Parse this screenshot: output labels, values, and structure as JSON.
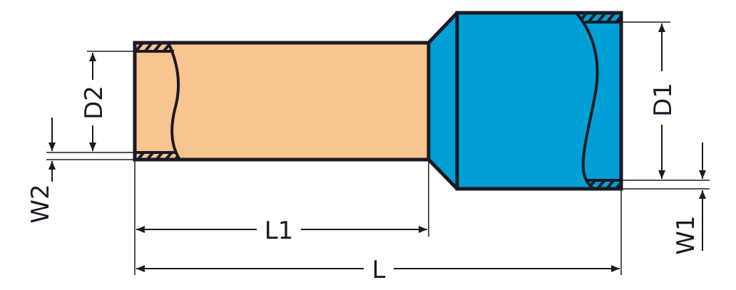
{
  "labels": {
    "d1": "D1",
    "d2": "D2",
    "w1": "W1",
    "w2": "W2",
    "l1": "L1",
    "l": "L"
  },
  "colors": {
    "sleeve": "#f8c48f",
    "collar": "#009fd6",
    "line": "#1a1a24"
  }
}
